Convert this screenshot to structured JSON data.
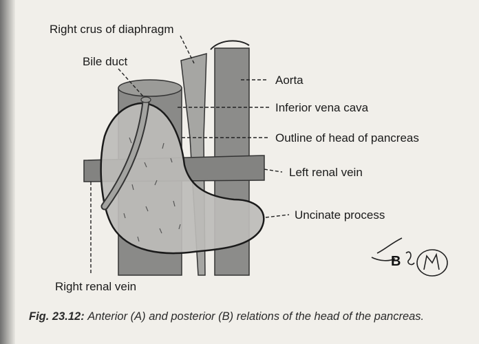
{
  "labels": {
    "right_crus": "Right crus of diaphragm",
    "bile_duct": "Bile duct",
    "aorta": "Aorta",
    "ivc": "Inferior vena cava",
    "outline_head": "Outline of head of pancreas",
    "left_renal_vein": "Left renal vein",
    "uncinate": "Uncinate process",
    "right_renal_vein": "Right renal vein",
    "handwritten_mark": "B"
  },
  "caption": {
    "fig_number": "Fig. 23.12:",
    "text": "Anterior (A) and posterior (B) relations of the head of the pancreas."
  }
}
